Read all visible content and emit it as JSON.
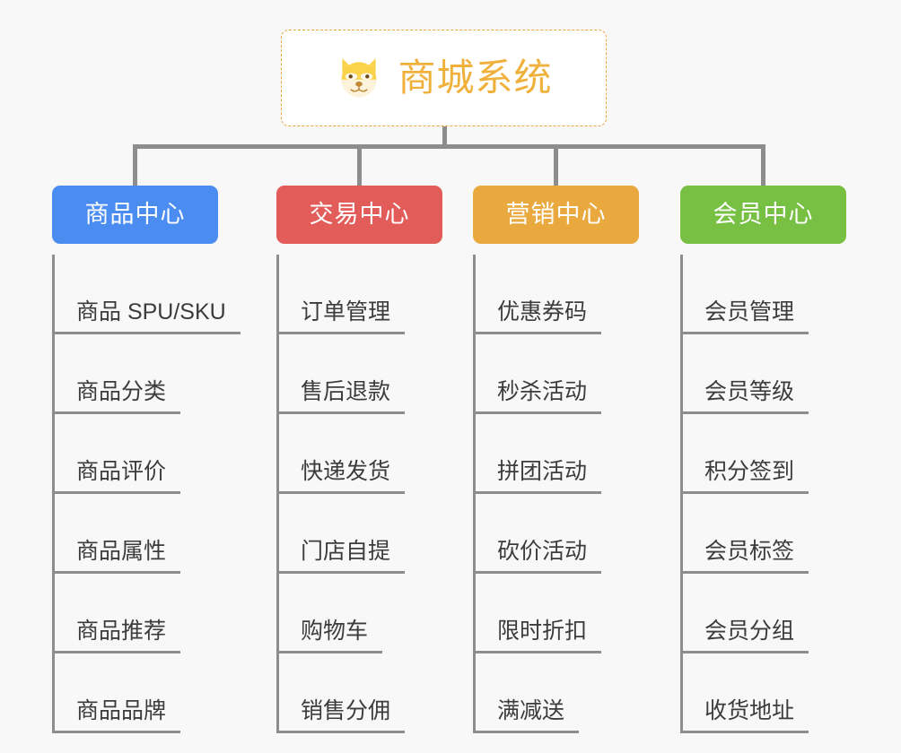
{
  "background_color": "#f8f8f8",
  "connector_color": "#8d8d8d",
  "root": {
    "icon": "shiba-dog-face-emoji",
    "title": "商城系统",
    "border_color": "#e9a73e",
    "title_color": "#f0b13c",
    "background": "#ffffff"
  },
  "categories": [
    {
      "label": "商品中心",
      "color": "#4a8cf0",
      "items": [
        "商品 SPU/SKU",
        "商品分类",
        "商品评价",
        "商品属性",
        "商品推荐",
        "商品品牌"
      ]
    },
    {
      "label": "交易中心",
      "color": "#e25c59",
      "items": [
        "订单管理",
        "售后退款",
        "快递发货",
        "门店自提",
        "购物车",
        "销售分佣"
      ]
    },
    {
      "label": "营销中心",
      "color": "#e9a93f",
      "items": [
        "优惠券码",
        "秒杀活动",
        "拼团活动",
        "砍价活动",
        "限时折扣",
        "满减送"
      ]
    },
    {
      "label": "会员中心",
      "color": "#77c043",
      "items": [
        "会员管理",
        "会员等级",
        "积分签到",
        "会员标签",
        "会员分组",
        "收货地址"
      ]
    }
  ]
}
